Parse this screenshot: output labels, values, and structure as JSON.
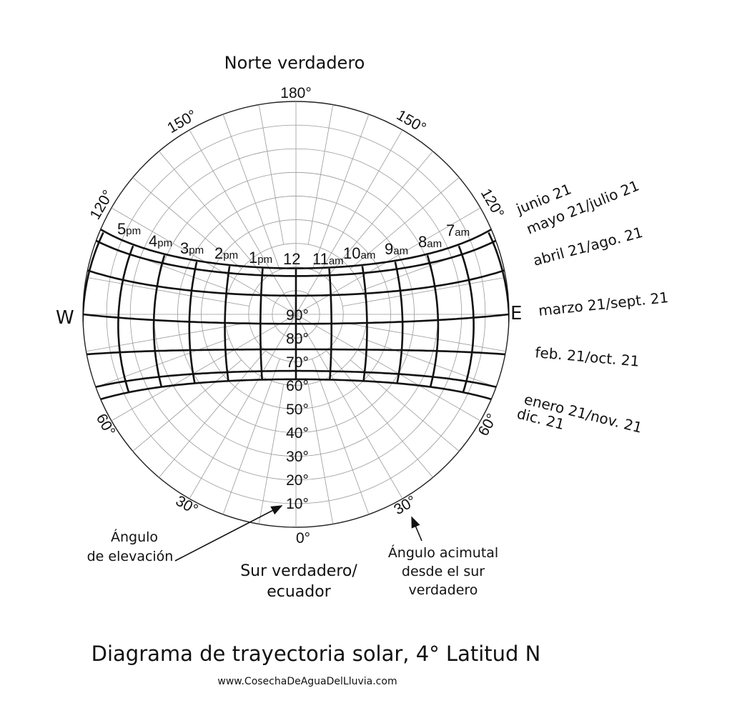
{
  "title": "Diagrama de trayectoria solar, 4° Latitud N",
  "website": "www.CosechaDeAguaDelLluvia.com",
  "north_label": "Norte verdadero",
  "south_label_1": "Sur verdadero/",
  "south_label_2": "ecuador",
  "west_label": "W",
  "east_label": "E",
  "elevation_note_1": "Ángulo",
  "elevation_note_2": "de elevación",
  "azimuth_note_1": "Ángulo acimutal",
  "azimuth_note_2": "desde el sur",
  "azimuth_note_3": "verdadero",
  "azimuth_labels": {
    "top": "180°",
    "upper_left": "150°",
    "upper_right": "150°",
    "left_upper": "120°",
    "right_upper": "120°",
    "left_lower": "60°",
    "right_lower": "60°",
    "lower_left": "30°",
    "lower_right": "30°"
  },
  "elevation_labels": [
    "90°",
    "80°",
    "70°",
    "60°",
    "50°",
    "40°",
    "30°",
    "20°",
    "10°",
    "0°"
  ],
  "hour_labels": [
    {
      "n": "5",
      "s": "pm"
    },
    {
      "n": "4",
      "s": "pm"
    },
    {
      "n": "3",
      "s": "pm"
    },
    {
      "n": "2",
      "s": "pm"
    },
    {
      "n": "1",
      "s": "pm"
    },
    {
      "n": "12",
      "s": ""
    },
    {
      "n": "11",
      "s": "am"
    },
    {
      "n": "10",
      "s": "am"
    },
    {
      "n": "9",
      "s": "am"
    },
    {
      "n": "8",
      "s": "am"
    },
    {
      "n": "7",
      "s": "am"
    }
  ],
  "date_labels": {
    "jun": "junio 21",
    "may_jul": "mayo 21/julio 21",
    "apr_aug": "abril 21/ago. 21",
    "mar_sep": "marzo 21/sept. 21",
    "feb_oct": "feb. 21/oct. 21",
    "jan_nov": "enero 21/nov. 21",
    "dec": "dic. 21"
  },
  "chart_data": {
    "type": "polar sun path",
    "latitude_deg": 4,
    "elevation_rings_deg": [
      0,
      10,
      20,
      30,
      40,
      50,
      60,
      70,
      80,
      90
    ],
    "azimuth_step_deg": 10,
    "date_paths": [
      {
        "name": "junio 21",
        "declination": 23.45
      },
      {
        "name": "mayo 21/julio 21",
        "declination": 20.2
      },
      {
        "name": "abril 21/ago. 21",
        "declination": 11.9
      },
      {
        "name": "marzo 21/sept. 21",
        "declination": 0
      },
      {
        "name": "feb. 21/oct. 21",
        "declination": -10.8
      },
      {
        "name": "enero 21/nov. 21",
        "declination": -19.9
      },
      {
        "name": "dic. 21",
        "declination": -23.45
      }
    ],
    "hours": [
      6,
      7,
      8,
      9,
      10,
      11,
      12,
      13,
      14,
      15,
      16,
      17,
      18
    ]
  }
}
